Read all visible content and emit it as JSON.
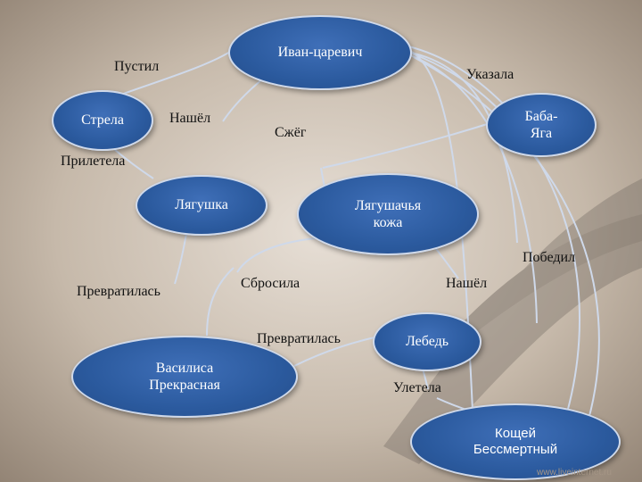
{
  "nodes": {
    "ivan": "Иван-царевич",
    "strela": "Стрела",
    "baba_yaga_line1": "Баба-",
    "baba_yaga_line2": "Яга",
    "lyagushka": "Лягушка",
    "kozha_line1": "Лягушачья",
    "kozha_line2": "кожа",
    "vasilisa_line1": "Василиса",
    "vasilisa_line2": "Прекрасная",
    "lebed": "Лебедь",
    "koschey_line1": "Кощей",
    "koschey_line2": "Бессмертный"
  },
  "links": {
    "pustil": "Пустил",
    "ukazala": "Указала",
    "nashel_1": "Нашёл",
    "szheg": "Сжёг",
    "priletela": "Прилетела",
    "pobedil": "Победил",
    "prevratilas_1": "Превратилась",
    "sbrosila": "Сбросила",
    "nashel_2": "Нашёл",
    "prevratilas_2": "Превратилась",
    "uletela": "Улетела"
  },
  "watermark": "www.liveinternet.ru",
  "colors": {
    "node_fill": "#2b5a9e",
    "node_border": "#cfd9ea",
    "link": "#cfd9ea",
    "background": "#bfb2a3"
  }
}
